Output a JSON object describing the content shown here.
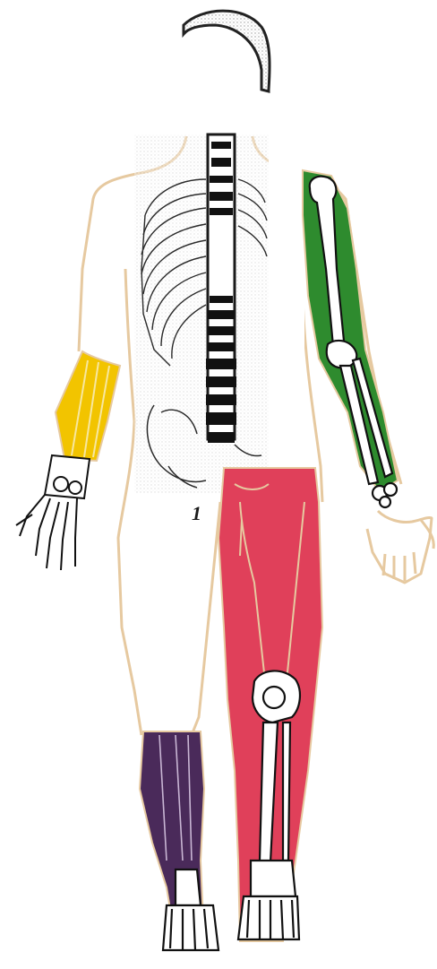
{
  "figure": {
    "marker_label": "1",
    "colors": {
      "background": "#ffffff",
      "outline": "#e6c9a0",
      "bone": "#ffffff",
      "bone_stroke": "#111111",
      "skeleton_ink": "#1a1a1a",
      "arm_left_fill": "#f2c400",
      "arm_right_fill": "#2e8b2e",
      "leg_right_fill": "#e0405a",
      "leg_left_lower_fill": "#4a2a5a",
      "head_fill": "#b8b8b8"
    },
    "regions": [
      {
        "name": "head-scan",
        "icon": "grayscale-head"
      },
      {
        "name": "spine-thorax-scan",
        "icon": "grayscale-skeleton"
      },
      {
        "name": "left-forearm",
        "icon": "yellow-limb"
      },
      {
        "name": "right-arm",
        "icon": "green-limb"
      },
      {
        "name": "right-leg",
        "icon": "red-limb"
      },
      {
        "name": "left-lower-leg",
        "icon": "purple-limb"
      }
    ]
  }
}
